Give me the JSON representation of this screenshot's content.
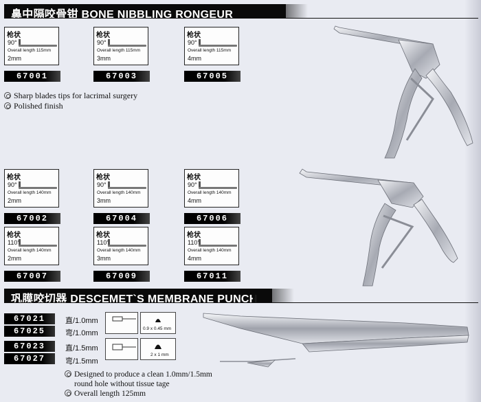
{
  "section1": {
    "title": "鼻中隔咬骨钳 BONE NIBBLING RONGEUR",
    "products": [
      {
        "zh": "枪状",
        "angle": "90°",
        "overall": "Overall  length 115mm",
        "size": "2mm",
        "code": "67001"
      },
      {
        "zh": "枪状",
        "angle": "90°",
        "overall": "Overall  length 115mm",
        "size": "3mm",
        "code": "67003"
      },
      {
        "zh": "枪状",
        "angle": "90°",
        "overall": "Overall  length 115mm",
        "size": "4mm",
        "code": "67005"
      }
    ],
    "features": [
      "Sharp blades tips for lacrimal surgery",
      "Polished finish"
    ]
  },
  "section2": {
    "products": [
      {
        "zh": "枪状",
        "angle": "90°",
        "overall": "Overall  length 140mm",
        "size": "2mm",
        "code": "67002"
      },
      {
        "zh": "枪状",
        "angle": "90°",
        "overall": "Overall  length 140mm",
        "size": "3mm",
        "code": "67004"
      },
      {
        "zh": "枪状",
        "angle": "90°",
        "overall": "Overall  length 140mm",
        "size": "4mm",
        "code": "67006"
      },
      {
        "zh": "枪状",
        "angle": "110°",
        "overall": "Overall  length 140mm",
        "size": "2mm",
        "code": "67007"
      },
      {
        "zh": "枪状",
        "angle": "110°",
        "overall": "Overall  length 140mm",
        "size": "3mm",
        "code": "67009"
      },
      {
        "zh": "枪状",
        "angle": "110°",
        "overall": "Overall  length 140mm",
        "size": "4mm",
        "code": "67011"
      }
    ]
  },
  "section3": {
    "title": "巩膜咬切器  DESCEMET`S MEMBRANE PUNCH",
    "rows": [
      {
        "code": "67021",
        "label": "直/1.0mm"
      },
      {
        "code": "67025",
        "label": "弯/1.0mm"
      },
      {
        "code": "67023",
        "label": "直/1.5mm"
      },
      {
        "code": "67027",
        "label": "弯/1.5mm"
      }
    ],
    "hole_labels": [
      "0.9 x 0.45 mm",
      "2 x 1 mm"
    ],
    "notes": [
      "Designed to produce a clean 1.0mm/1.5mm",
      "round hole without tissue tage",
      "Overall length 125mm"
    ]
  }
}
